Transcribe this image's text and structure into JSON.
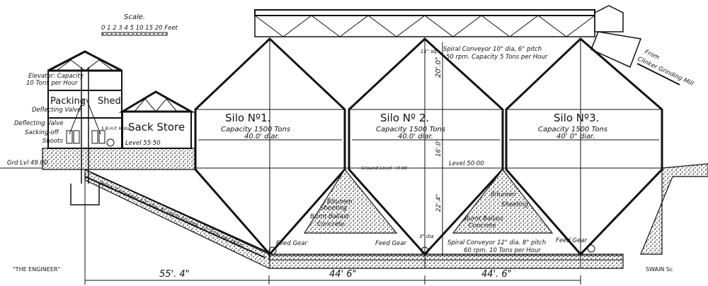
{
  "scale": {
    "title": "Scale.",
    "ticks": "0 1 2 3 4 5   10   15   20 Feet"
  },
  "packing_shed": {
    "label_a": "Packing",
    "label_b": "Shed",
    "elevator": "Elevator: Capacity",
    "elevator_b": "10 Tons per Hour",
    "deflecting_valve_1": "Deflecting Valve",
    "deflecting_valve_2": "Deflecting Valve",
    "sacking": "Sacking-off",
    "shoots": "Shoots",
    "motor": "5 B.H.P. Motor",
    "ground_level": "Grd Lvl 49.00"
  },
  "sack_store": {
    "label": "Sack Store",
    "level": "Level 55·50"
  },
  "silos": [
    {
      "name": "Silo Nº1.",
      "capacity": "Capacity  1500 Tons",
      "diameter": "40.0' diar."
    },
    {
      "name": "Silo Nº 2.",
      "capacity": "Capacity  1500 Tons",
      "diameter": "40.0' diar."
    },
    {
      "name": "Silo Nº3.",
      "capacity": "Capacity  1500 Tons",
      "diameter": "40' 0\" diar."
    }
  ],
  "top_conveyor": {
    "line1": "Spiral Conveyor 10\" dia, 6\" pitch",
    "line2": "50 rpm. Capacity 5 Tons per Hour",
    "sq": "11\" sq."
  },
  "from_mill": {
    "line1": "From",
    "line2": "Clinker Grinding Mill"
  },
  "dims_vertical": {
    "top": "20'.0\"",
    "mid": "16'.0\"",
    "low": "22'.4\""
  },
  "level_50": "Level 50·00",
  "ground_level_mid": "Ground Level +9·00",
  "foundations": [
    {
      "a": "Bitumen",
      "b": "Sheeting",
      "c": "Burnt Ballast",
      "d": "Concrete"
    },
    {
      "a": "Bitumen",
      "b": "Sheeting",
      "c": "Burnt Ballast",
      "d": "Concrete"
    }
  ],
  "feed_gear": [
    "Feed Gear",
    "Feed Gear",
    "Feed Gear"
  ],
  "size_note": "3\" dia",
  "inclined_conveyor": "Spiral Conveyor 12\" dia. 8\" pitch 60 rpm. 10 Tons per Hour",
  "bottom_conveyor": {
    "line1": "Spiral Conveyor 12\" dia. 8\" pitch",
    "line2": "60 rpm. 10 Tons per Hour"
  },
  "dimensions": [
    "55'. 4\"",
    "44' 6\"",
    "44'. 6\""
  ],
  "credits": {
    "left": "\"THE ENGINEER\"",
    "right": "SWAIN Sc"
  }
}
